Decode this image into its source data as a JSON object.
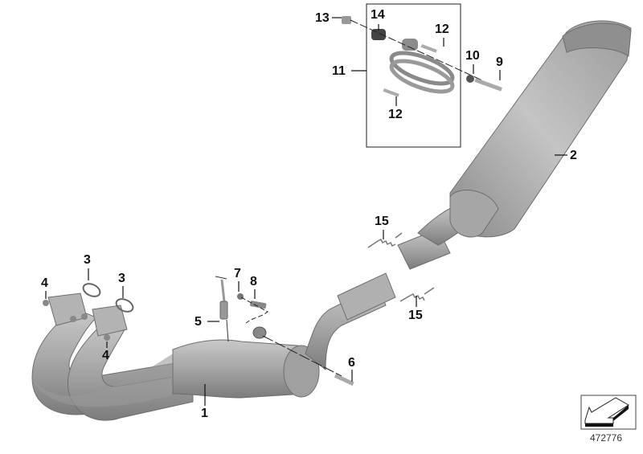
{
  "diagram": {
    "type": "exploded-parts-diagram",
    "subject": "exhaust system",
    "reference_number": "472776",
    "orientation_icon": "arrow-down-left-icon",
    "callouts": [
      {
        "id": "1",
        "label": "1",
        "part": "manifold-with-catalytic-converter"
      },
      {
        "id": "2",
        "label": "2",
        "part": "rear-silencer"
      },
      {
        "id": "3a",
        "label": "3",
        "part": "gasket-ring-left"
      },
      {
        "id": "3b",
        "label": "3",
        "part": "gasket-ring-right"
      },
      {
        "id": "4a",
        "label": "4",
        "part": "nut-upper"
      },
      {
        "id": "4b",
        "label": "4",
        "part": "nut-lower"
      },
      {
        "id": "5",
        "label": "5",
        "part": "oxygen-sensor"
      },
      {
        "id": "6",
        "label": "6",
        "part": "bolt-catalyst"
      },
      {
        "id": "7",
        "label": "7",
        "part": "nut-small"
      },
      {
        "id": "8",
        "label": "8",
        "part": "bolt-bracket"
      },
      {
        "id": "9",
        "label": "9",
        "part": "bolt-silencer"
      },
      {
        "id": "10",
        "label": "10",
        "part": "washer"
      },
      {
        "id": "11",
        "label": "11",
        "part": "clamp-assembly"
      },
      {
        "id": "12a",
        "label": "12",
        "part": "screw-clamp-upper"
      },
      {
        "id": "12b",
        "label": "12",
        "part": "screw-clamp-lower"
      },
      {
        "id": "13",
        "label": "13",
        "part": "bolt-clamp"
      },
      {
        "id": "14",
        "label": "14",
        "part": "rubber-bushing"
      },
      {
        "id": "15a",
        "label": "15",
        "part": "spring-upper"
      },
      {
        "id": "15b",
        "label": "15",
        "part": "spring-lower"
      }
    ]
  }
}
